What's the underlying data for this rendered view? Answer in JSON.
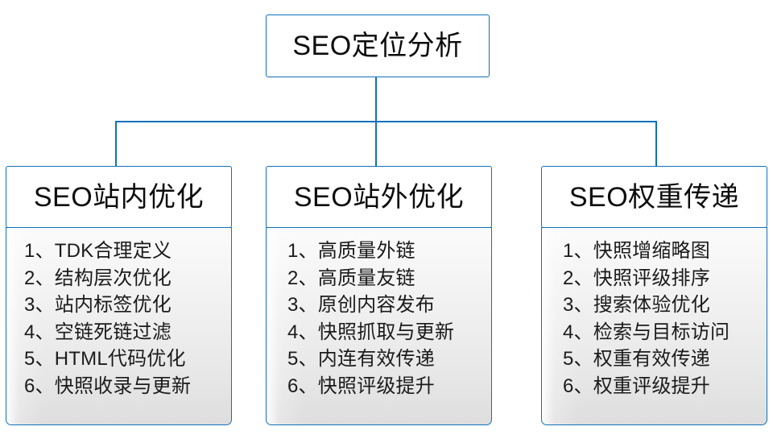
{
  "diagram": {
    "type": "hierarchy-tree",
    "accent_color": "#1071ba",
    "text_color": "#1b1b1b",
    "root": {
      "label": "SEO定位分析"
    },
    "branches": [
      {
        "header": "SEO站内优化",
        "items": [
          "1、TDK合理定义",
          "2、结构层次优化",
          "3、站内标签优化",
          "4、空链死链过滤",
          "5、HTML代码优化",
          "6、快照收录与更新"
        ]
      },
      {
        "header": "SEO站外优化",
        "items": [
          "1、高质量外链",
          "2、高质量友链",
          "3、原创内容发布",
          "4、快照抓取与更新",
          "5、内连有效传递",
          "6、快照评级提升"
        ]
      },
      {
        "header": "SEO权重传递",
        "items": [
          "1、快照增缩略图",
          "2、快照评级排序",
          "3、搜索体验优化",
          "4、检索与目标访问",
          "5、权重有效传递",
          "6、权重评级提升"
        ]
      }
    ]
  }
}
